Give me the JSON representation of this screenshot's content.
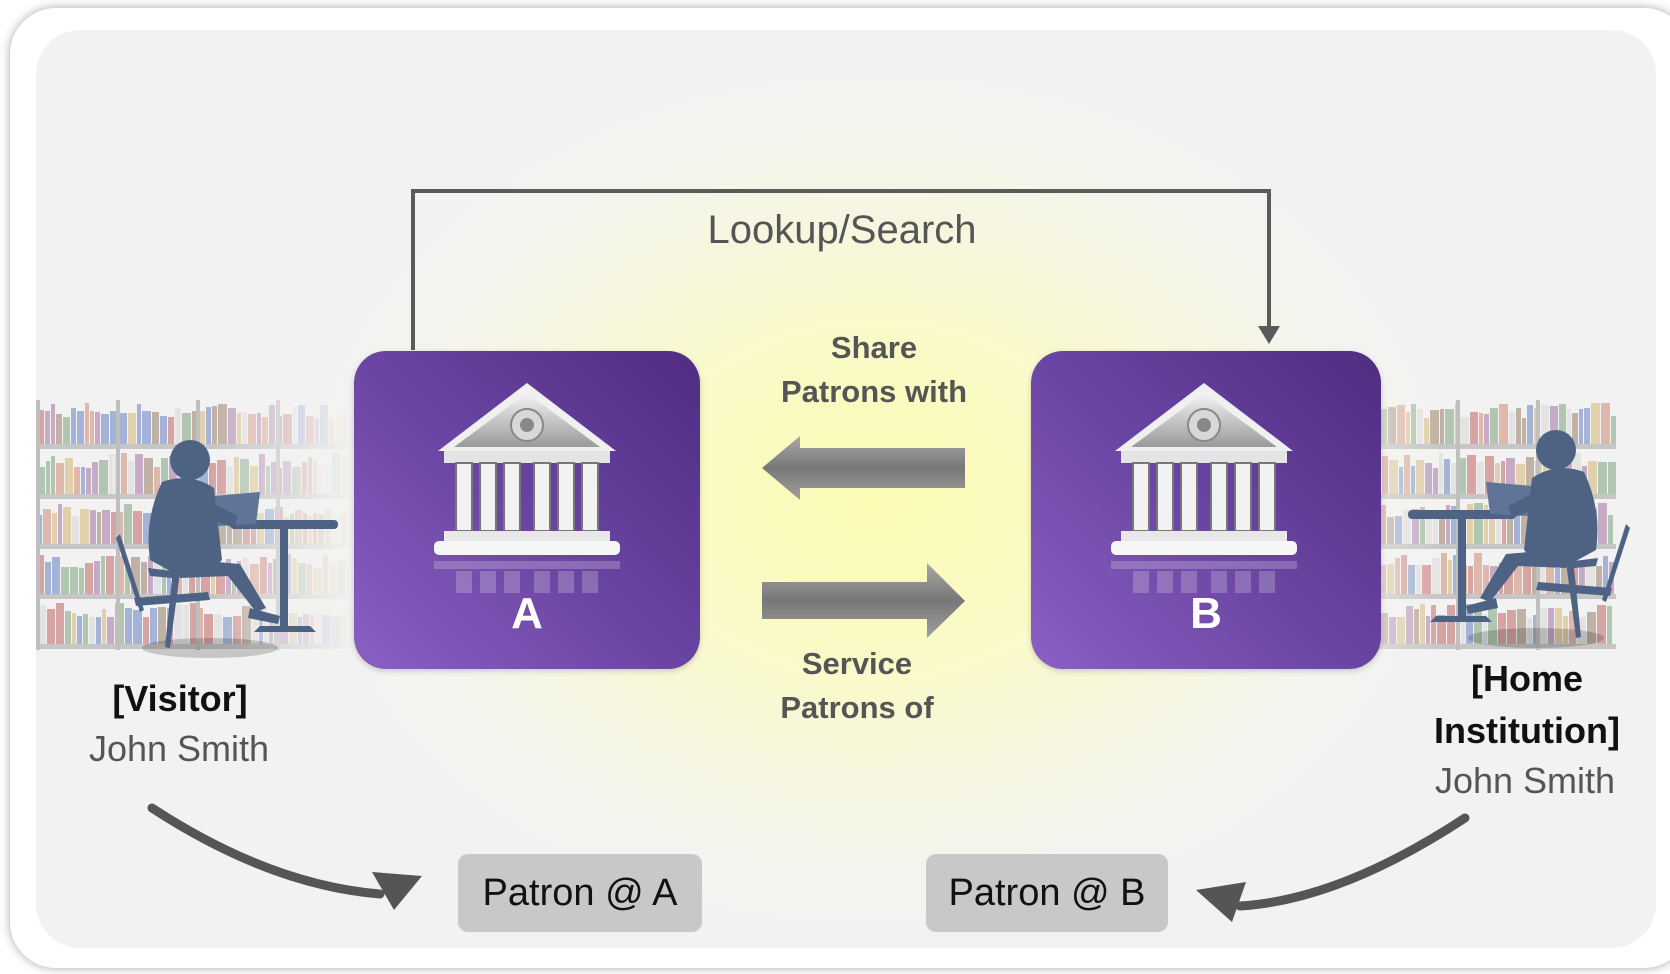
{
  "diagram": {
    "lookup_label": "Lookup/Search",
    "share_label_line1": "Share",
    "share_label_line2": "Patrons with",
    "service_label_line1": "Service",
    "service_label_line2": "Patrons of",
    "institution_a": {
      "letter": "A",
      "icon": "library-building-icon"
    },
    "institution_b": {
      "letter": "B",
      "icon": "library-building-icon"
    },
    "visitor": {
      "role": "[Visitor]",
      "name": "John Smith",
      "icon": "person-at-laptop-icon"
    },
    "home": {
      "role_line1": "[Home",
      "role_line2": "Institution]",
      "name": "John Smith",
      "icon": "person-at-laptop-icon"
    },
    "patron_a": "Patron @ A",
    "patron_b": "Patron @ B",
    "colors": {
      "institution_purple": "#6a44a2",
      "arrow_gray": "#5a5a5a",
      "patron_box": "#c8c8c8",
      "silhouette": "#4e6383",
      "glow_yellow": "#fbfbb4"
    }
  }
}
